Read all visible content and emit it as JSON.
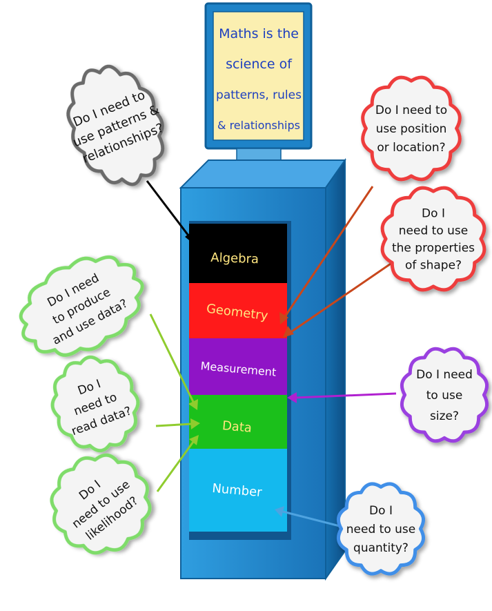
{
  "colors": {
    "cabinet": "#1e83c8",
    "cabinet_dark": "#0f5f99",
    "screen_bg": "#fbefb0",
    "screen_text": "#1d3fbf",
    "algebra": "#000000",
    "geometry": "#ff1a1a",
    "measurement": "#8f14c6",
    "data": "#1bc01b",
    "number": "#14b9ee",
    "label_yellow": "#ffe680"
  },
  "monitor": {
    "lines": [
      "Maths is the",
      "science of",
      "patterns, rules",
      "& relationships"
    ]
  },
  "drawers": [
    {
      "key": "algebra",
      "label": "Algebra"
    },
    {
      "key": "geometry",
      "label": "Geometry"
    },
    {
      "key": "measurement",
      "label": "Measurement"
    },
    {
      "key": "data",
      "label": "Data"
    },
    {
      "key": "number",
      "label": "Number"
    }
  ],
  "clouds": [
    {
      "key": "patterns",
      "color": "#6b6b6b",
      "lines": [
        "Do I need to",
        "use patterns &",
        "relationships?"
      ]
    },
    {
      "key": "position",
      "color": "#ee3e3e",
      "lines": [
        "Do I need to",
        "use position",
        "or location?"
      ]
    },
    {
      "key": "shape",
      "color": "#ee3e3e",
      "lines": [
        "Do I",
        "need to use",
        "the properties",
        "of shape?"
      ]
    },
    {
      "key": "produce",
      "color": "#7fdc6b",
      "lines": [
        "Do I need",
        "to produce",
        "and use data?"
      ]
    },
    {
      "key": "read",
      "color": "#7fdc6b",
      "lines": [
        "Do I",
        "need to",
        "read data?"
      ]
    },
    {
      "key": "likelihood",
      "color": "#7fdc6b",
      "lines": [
        "Do I",
        "need to use",
        "likelihood?"
      ]
    },
    {
      "key": "size",
      "color": "#9a3fe0",
      "lines": [
        "Do I need",
        "to use",
        "size?"
      ]
    },
    {
      "key": "quantity",
      "color": "#3f8fe8",
      "lines": [
        "Do I",
        "need to use",
        "quantity?"
      ]
    }
  ]
}
